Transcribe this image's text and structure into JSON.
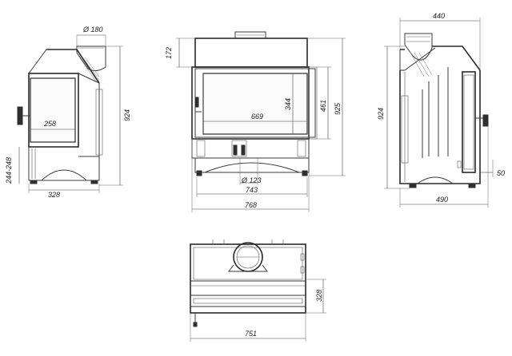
{
  "views": {
    "left_side": {
      "dim_flue_diameter": "Ø 180",
      "dim_height": "924",
      "dim_width": "328",
      "dim_inner_width": "258",
      "dim_legs": "244-248"
    },
    "front": {
      "dim_top": "172",
      "dim_glass_width": "669",
      "dim_glass_height": "344",
      "dim_door_height": "461",
      "dim_total_height": "925",
      "dim_inlet_diameter": "Ø 123",
      "dim_base_width": "743",
      "dim_total_width": "768"
    },
    "right_side": {
      "dim_top_width": "440",
      "dim_height": "924",
      "dim_offset": "50",
      "dim_depth": "490"
    },
    "top": {
      "dim_depth": "328",
      "dim_width": "751"
    }
  }
}
